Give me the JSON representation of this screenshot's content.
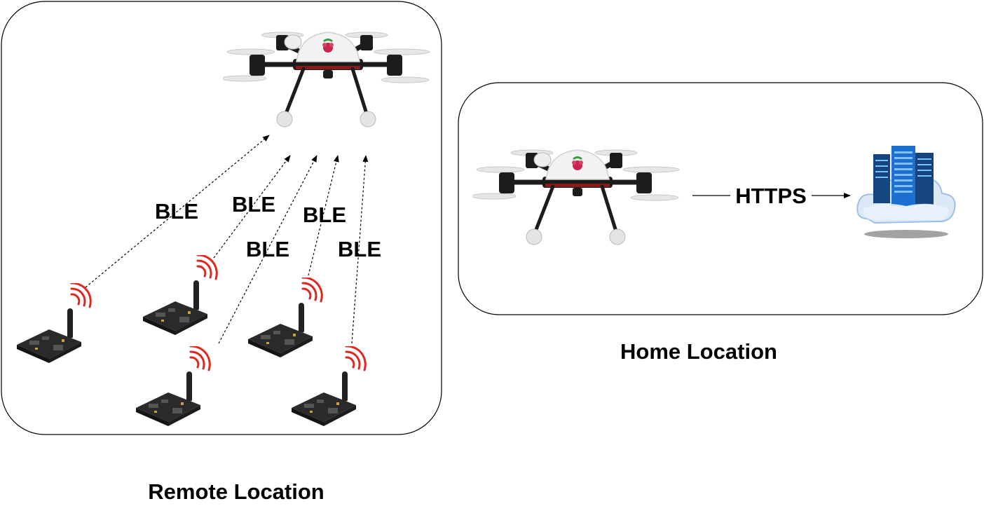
{
  "remote": {
    "caption": "Remote Location",
    "links": [
      "BLE",
      "BLE",
      "BLE",
      "BLE",
      "BLE"
    ],
    "drone_icon": "quadcopter-drone-raspberry-pi",
    "node_icon": "ble-sensor-board-with-antenna"
  },
  "home": {
    "caption": "Home Location",
    "link": "HTTPS",
    "drone_icon": "quadcopter-drone-raspberry-pi",
    "server_icon": "cloud-server"
  },
  "colors": {
    "signal": "#e3261d",
    "drone_body": "#1c1c1c",
    "canopy": "#f2f2f4",
    "server_blue": "#1b6fcf",
    "cloud": "#dbe9f7",
    "board": "#2a2a2a"
  }
}
